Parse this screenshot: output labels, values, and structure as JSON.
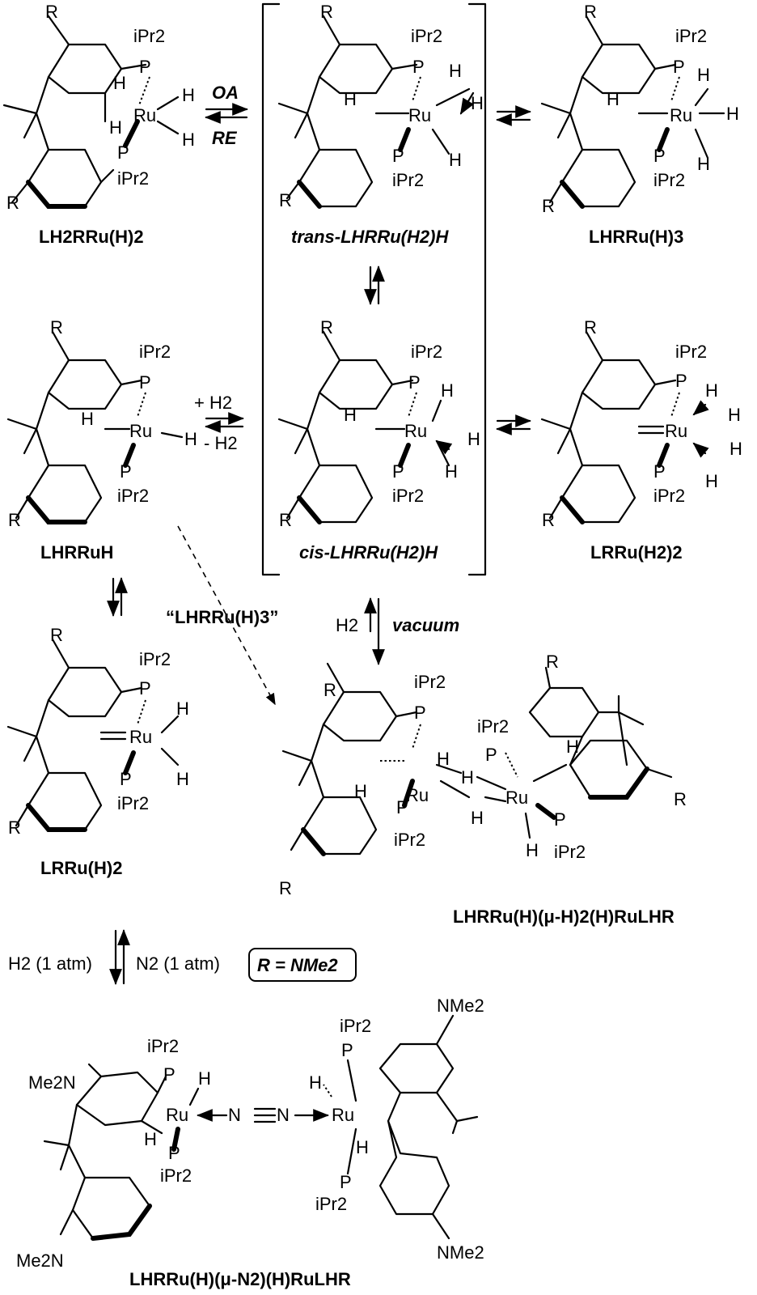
{
  "substituent_R": "R",
  "atom_labels": {
    "P": "P",
    "Ru": "Ru",
    "H": "H",
    "N": "N",
    "iPr2": "iPr2",
    "NMe2": "NMe2",
    "Me2N": "Me2N"
  },
  "compounds": {
    "c1": "LH2RRu(H)2",
    "c2": "trans-LHRRu(H2)H",
    "c3": "LHRRu(H)3",
    "c4": "LHRRuH",
    "c5": "cis-LHRRu(H2)H",
    "c6": "LRRu(H2)2",
    "c7": "LRRu(H)2",
    "c8": "LHRRu(H)(μ-H)2(H)RuLHR",
    "c9": "LHRRu(H)(μ-N2)(H)RuLHR",
    "intermediate": "“LHRRu(H)3”"
  },
  "arrow_labels": {
    "oa": "OA",
    "re": "RE",
    "plus_h2": "+ H2",
    "minus_h2": "- H2",
    "h2": "H2",
    "vacuum": "vacuum",
    "h2_1atm": "H2 (1 atm)",
    "n2_1atm": "N2 (1 atm)"
  },
  "note": "R = NMe2"
}
